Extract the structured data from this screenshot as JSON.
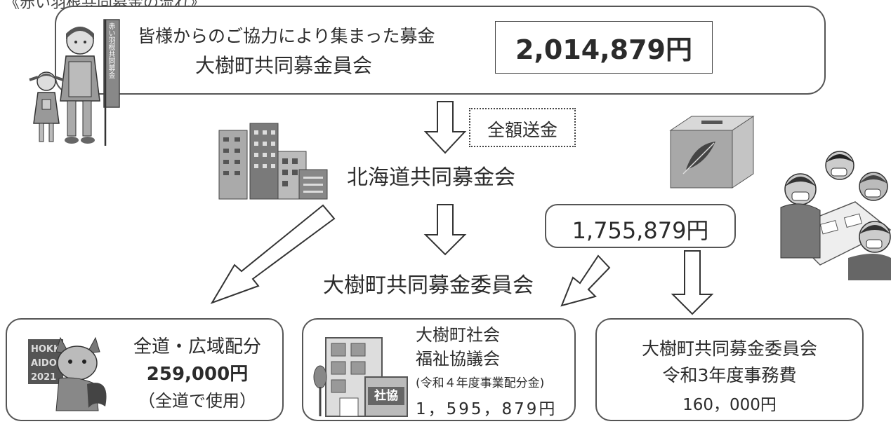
{
  "header_cutoff": "《赤い羽根共同募金の流れ》",
  "top_box": {
    "line1": "皆様からのご協力により集まった募金",
    "line2": "大樹町共同募金員会",
    "amount": "2,014,879円",
    "banner_text": "赤い羽根共同募金"
  },
  "transfer_label": "全額送金",
  "hq_label": "北海道共同募金会",
  "allocation_amount": "1,755,879円",
  "committee_label": "大樹町共同募金委員会",
  "box_left": {
    "title": "全道・広域配分",
    "amount": "259,000円",
    "note": "（全道で使用）",
    "mascot_text": "HOKKAIDO 2021"
  },
  "box_middle": {
    "line1": "大樹町社会",
    "line2": "福祉協議会",
    "note": "(令和４年度事業配分金)",
    "amount": "1，595，879円",
    "sign": "社協"
  },
  "box_right": {
    "line1": "大樹町共同募金委員会",
    "line2": "令和3年度事務費",
    "amount": "160，000円"
  }
}
